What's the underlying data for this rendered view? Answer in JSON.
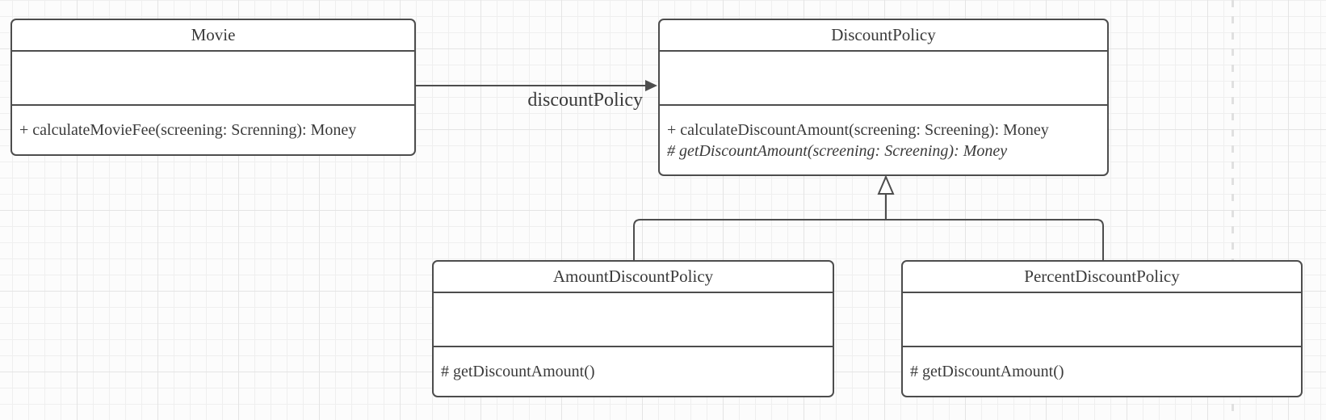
{
  "diagram": {
    "type": "uml-class-diagram",
    "association": {
      "label": "discountPolicy",
      "from": "Movie",
      "to": "DiscountPolicy"
    },
    "inheritance": {
      "parent": "DiscountPolicy",
      "children": [
        "AmountDiscountPolicy",
        "PercentDiscountPolicy"
      ]
    },
    "classes": [
      {
        "title": "Movie",
        "methods": [
          {
            "text": "+ calculateMovieFee(screening: Screnning): Money",
            "style": "regular"
          }
        ]
      },
      {
        "title": "DiscountPolicy",
        "methods": [
          {
            "text": "+ calculateDiscountAmount(screening: Screening): Money",
            "style": "regular"
          },
          {
            "text": "# getDiscountAmount(screening: Screening): Money",
            "style": "italic-abstract"
          }
        ]
      },
      {
        "title": "AmountDiscountPolicy",
        "methods": [
          {
            "text": "# getDiscountAmount()",
            "style": "regular"
          }
        ]
      },
      {
        "title": "PercentDiscountPolicy",
        "methods": [
          {
            "text": "# getDiscountAmount()",
            "style": "regular"
          }
        ]
      }
    ],
    "colors": {
      "shape_border": "#4d4d4d",
      "shape_fill": "#ffffff",
      "text": "#3a3a3a",
      "grid_minor": "#efefef",
      "grid_major": "#e4e4e4",
      "page_break": "#e0e0e0"
    }
  }
}
